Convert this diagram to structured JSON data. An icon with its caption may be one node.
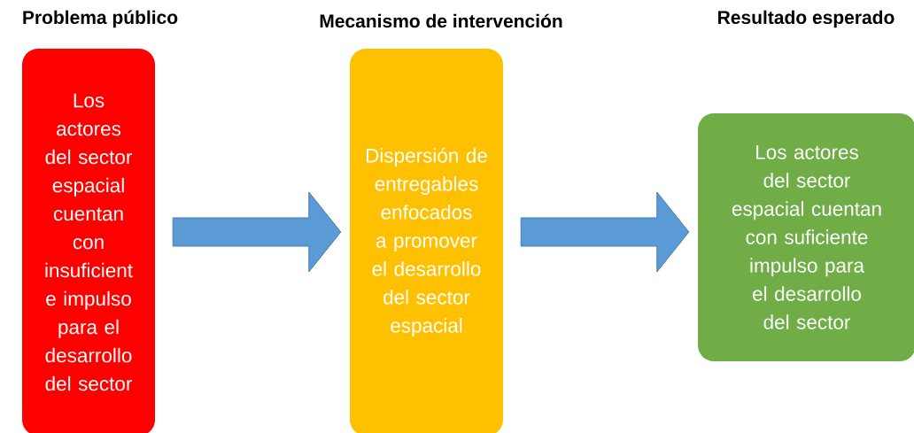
{
  "diagram": {
    "nodes": [
      {
        "text": [
          "Problema público",
          "Los actores del sector espacial cuentan con insuficient e impulso para el desarrollo del sector"
        ]
      },
      {
        "text": [
          "Mecanismo de intervención",
          "Dispersión de entregables enfocados a promover el desarrollo del sector espacial"
        ]
      },
      {
        "text": [
          "Resultado esperado",
          "Los actores del sector espacial cuentan con suficiente impulso para el desarrollo del sector"
        ]
      }
    ],
    "edges": [
      {
        "from": 0,
        "to": 1,
        "arrow": "to"
      },
      {
        "from": 1,
        "to": 2,
        "arrow": "to"
      }
    ]
  }
}
